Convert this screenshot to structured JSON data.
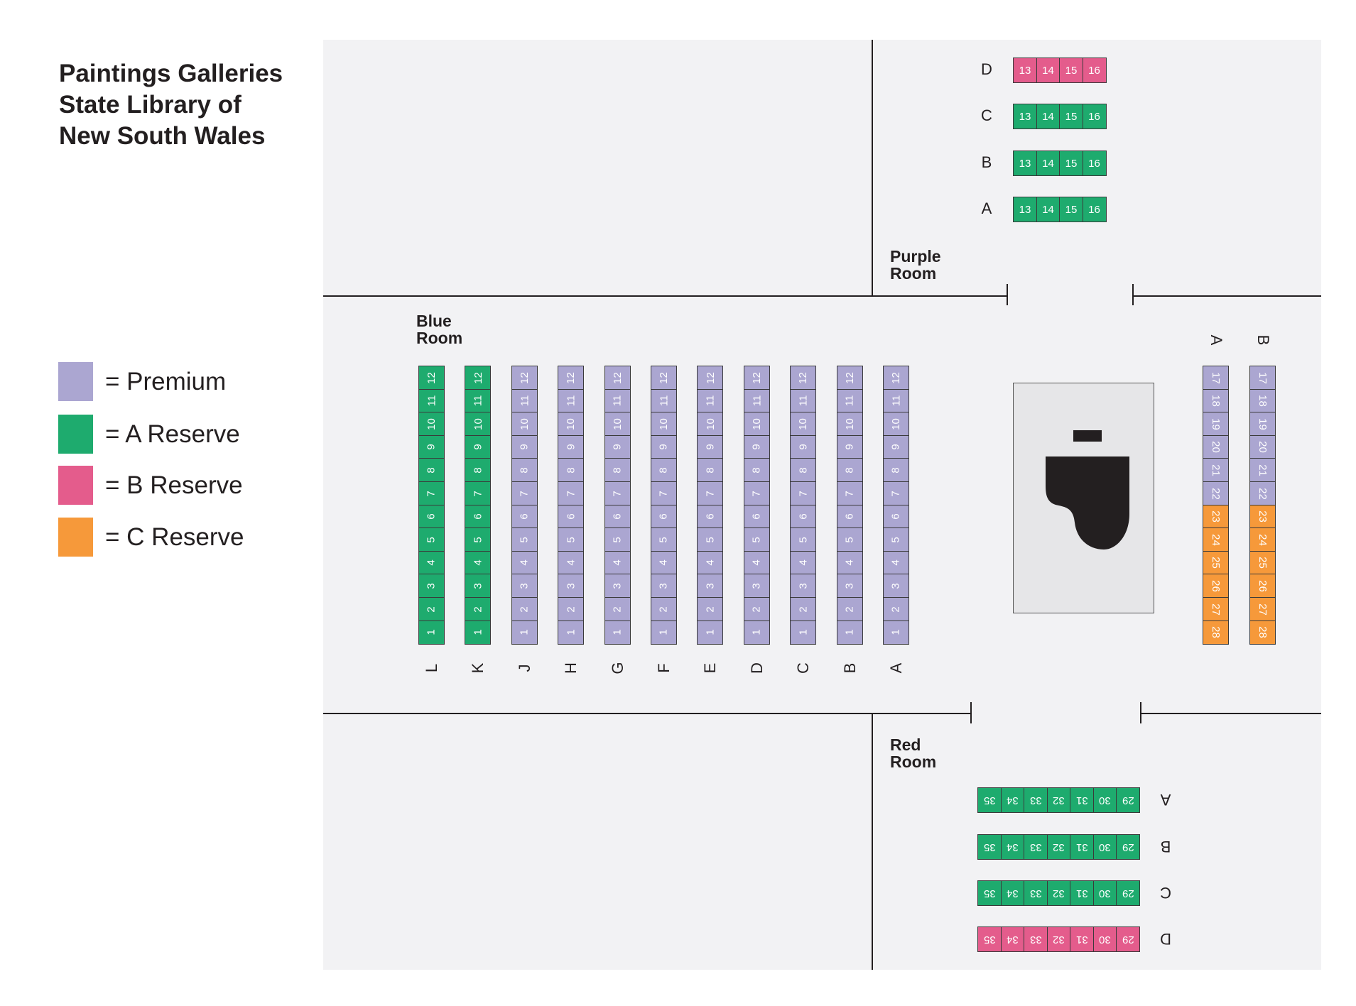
{
  "title": [
    "Paintings Galleries",
    "State Library of",
    "New South Wales"
  ],
  "colors": {
    "premium": "#aba6d1",
    "a_reserve": "#1eab6e",
    "b_reserve": "#e45c8c",
    "c_reserve": "#f6993a"
  },
  "legend": [
    {
      "key": "premium",
      "label": "= Premium"
    },
    {
      "key": "a_reserve",
      "label": "= A Reserve"
    },
    {
      "key": "b_reserve",
      "label": "= B Reserve"
    },
    {
      "key": "c_reserve",
      "label": "= C Reserve"
    }
  ],
  "rooms": {
    "purple": {
      "label": [
        "Purple",
        "Room"
      ]
    },
    "blue": {
      "label": [
        "Blue",
        "Room"
      ]
    },
    "red": {
      "label": [
        "Red",
        "Room"
      ]
    }
  },
  "purple_rows": [
    {
      "row": "D",
      "seats": [
        "13",
        "14",
        "15",
        "16"
      ],
      "cat": "b_reserve"
    },
    {
      "row": "C",
      "seats": [
        "13",
        "14",
        "15",
        "16"
      ],
      "cat": "a_reserve"
    },
    {
      "row": "B",
      "seats": [
        "13",
        "14",
        "15",
        "16"
      ],
      "cat": "a_reserve"
    },
    {
      "row": "A",
      "seats": [
        "13",
        "14",
        "15",
        "16"
      ],
      "cat": "a_reserve"
    }
  ],
  "blue_columns": [
    {
      "row": "L",
      "cat": "a_reserve"
    },
    {
      "row": "K",
      "cat": "a_reserve"
    },
    {
      "row": "J",
      "cat": "premium"
    },
    {
      "row": "H",
      "cat": "premium"
    },
    {
      "row": "G",
      "cat": "premium"
    },
    {
      "row": "F",
      "cat": "premium"
    },
    {
      "row": "E",
      "cat": "premium"
    },
    {
      "row": "D",
      "cat": "premium"
    },
    {
      "row": "C",
      "cat": "premium"
    },
    {
      "row": "B",
      "cat": "premium"
    },
    {
      "row": "A",
      "cat": "premium"
    }
  ],
  "blue_seats": [
    "12",
    "11",
    "10",
    "9",
    "8",
    "7",
    "6",
    "5",
    "4",
    "3",
    "2",
    "1"
  ],
  "side_columns": [
    {
      "row": "A",
      "seats": [
        "17",
        "18",
        "19",
        "20",
        "21",
        "22",
        "23",
        "24",
        "25",
        "26",
        "27",
        "28"
      ],
      "cats": [
        "premium",
        "premium",
        "premium",
        "premium",
        "premium",
        "premium",
        "c_reserve",
        "c_reserve",
        "c_reserve",
        "c_reserve",
        "c_reserve",
        "c_reserve"
      ]
    },
    {
      "row": "B",
      "seats": [
        "17",
        "18",
        "19",
        "20",
        "21",
        "22",
        "23",
        "24",
        "25",
        "26",
        "27",
        "28"
      ],
      "cats": [
        "premium",
        "premium",
        "premium",
        "premium",
        "premium",
        "premium",
        "c_reserve",
        "c_reserve",
        "c_reserve",
        "c_reserve",
        "c_reserve",
        "c_reserve"
      ]
    }
  ],
  "red_rows": [
    {
      "row": "A",
      "seats": [
        "35",
        "34",
        "33",
        "32",
        "31",
        "30",
        "29"
      ],
      "cat": "a_reserve"
    },
    {
      "row": "B",
      "seats": [
        "35",
        "34",
        "33",
        "32",
        "31",
        "30",
        "29"
      ],
      "cat": "a_reserve"
    },
    {
      "row": "C",
      "seats": [
        "35",
        "34",
        "33",
        "32",
        "31",
        "30",
        "29"
      ],
      "cat": "a_reserve"
    },
    {
      "row": "D",
      "seats": [
        "35",
        "34",
        "33",
        "32",
        "31",
        "30",
        "29"
      ],
      "cat": "b_reserve"
    }
  ]
}
